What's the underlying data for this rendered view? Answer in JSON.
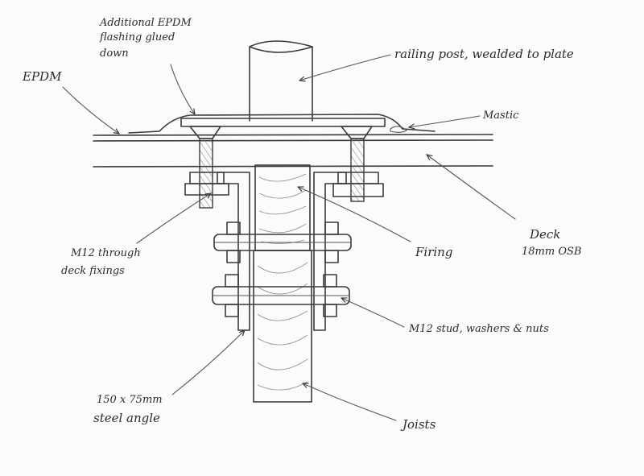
{
  "labels": {
    "flashing": [
      "Additional EPDM",
      "flashing glued",
      "down"
    ],
    "epdm": "EPDM",
    "railing_post": "railing post, wealded to plate",
    "mastic": "Mastic",
    "deck": [
      "Deck",
      "18mm OSB"
    ],
    "fixings": [
      "M12 through",
      "deck fixings"
    ],
    "firing": "Firing",
    "stud": "M12 stud, washers & nuts",
    "angle": [
      "150 x 75mm",
      "steel angle"
    ],
    "joists": "Joists"
  },
  "colors": {
    "ink": "#3a3a3a",
    "paper": "#fbfbf9"
  }
}
